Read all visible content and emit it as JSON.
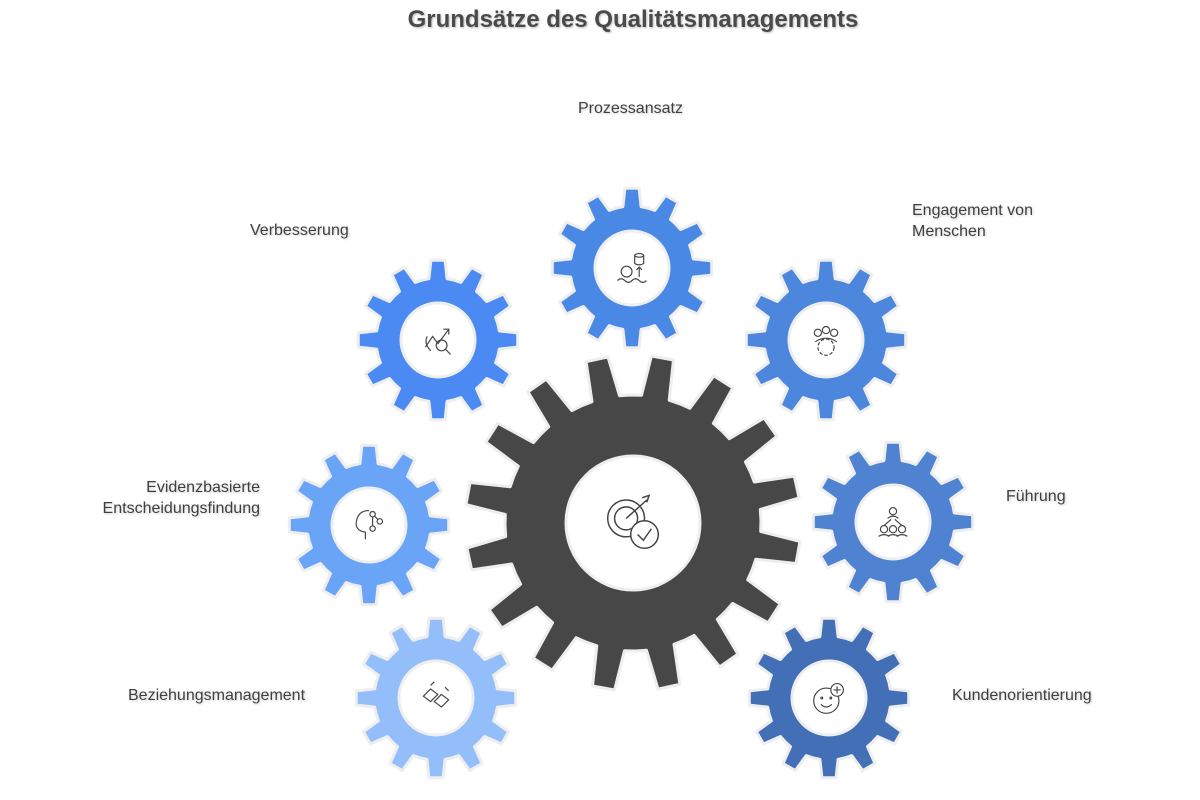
{
  "title": "Grundsätze des Qualitätsmanagements",
  "center": {
    "icon": "target-check-icon",
    "color": "#474747"
  },
  "principles": [
    {
      "label": "Prozessansatz",
      "icon": "process-gear-database-icon",
      "color": "#4a88e6"
    },
    {
      "label": "Verbesserung",
      "icon": "trend-magnifier-icon",
      "color": "#4b8af2"
    },
    {
      "label": "Engagement von\nMenschen",
      "icon": "people-gear-icon",
      "color": "#4c86dd"
    },
    {
      "label": "Evidenzbasierte\nEntscheidungsfindung",
      "icon": "head-network-icon",
      "color": "#6aa4f6"
    },
    {
      "label": "Führung",
      "icon": "leader-team-icon",
      "color": "#4f82d1"
    },
    {
      "label": "Beziehungsmanagement",
      "icon": "handshake-gear-icon",
      "color": "#94bef9"
    },
    {
      "label": "Kundenorientierung",
      "icon": "smiley-plus-icon",
      "color": "#426fb6"
    }
  ]
}
